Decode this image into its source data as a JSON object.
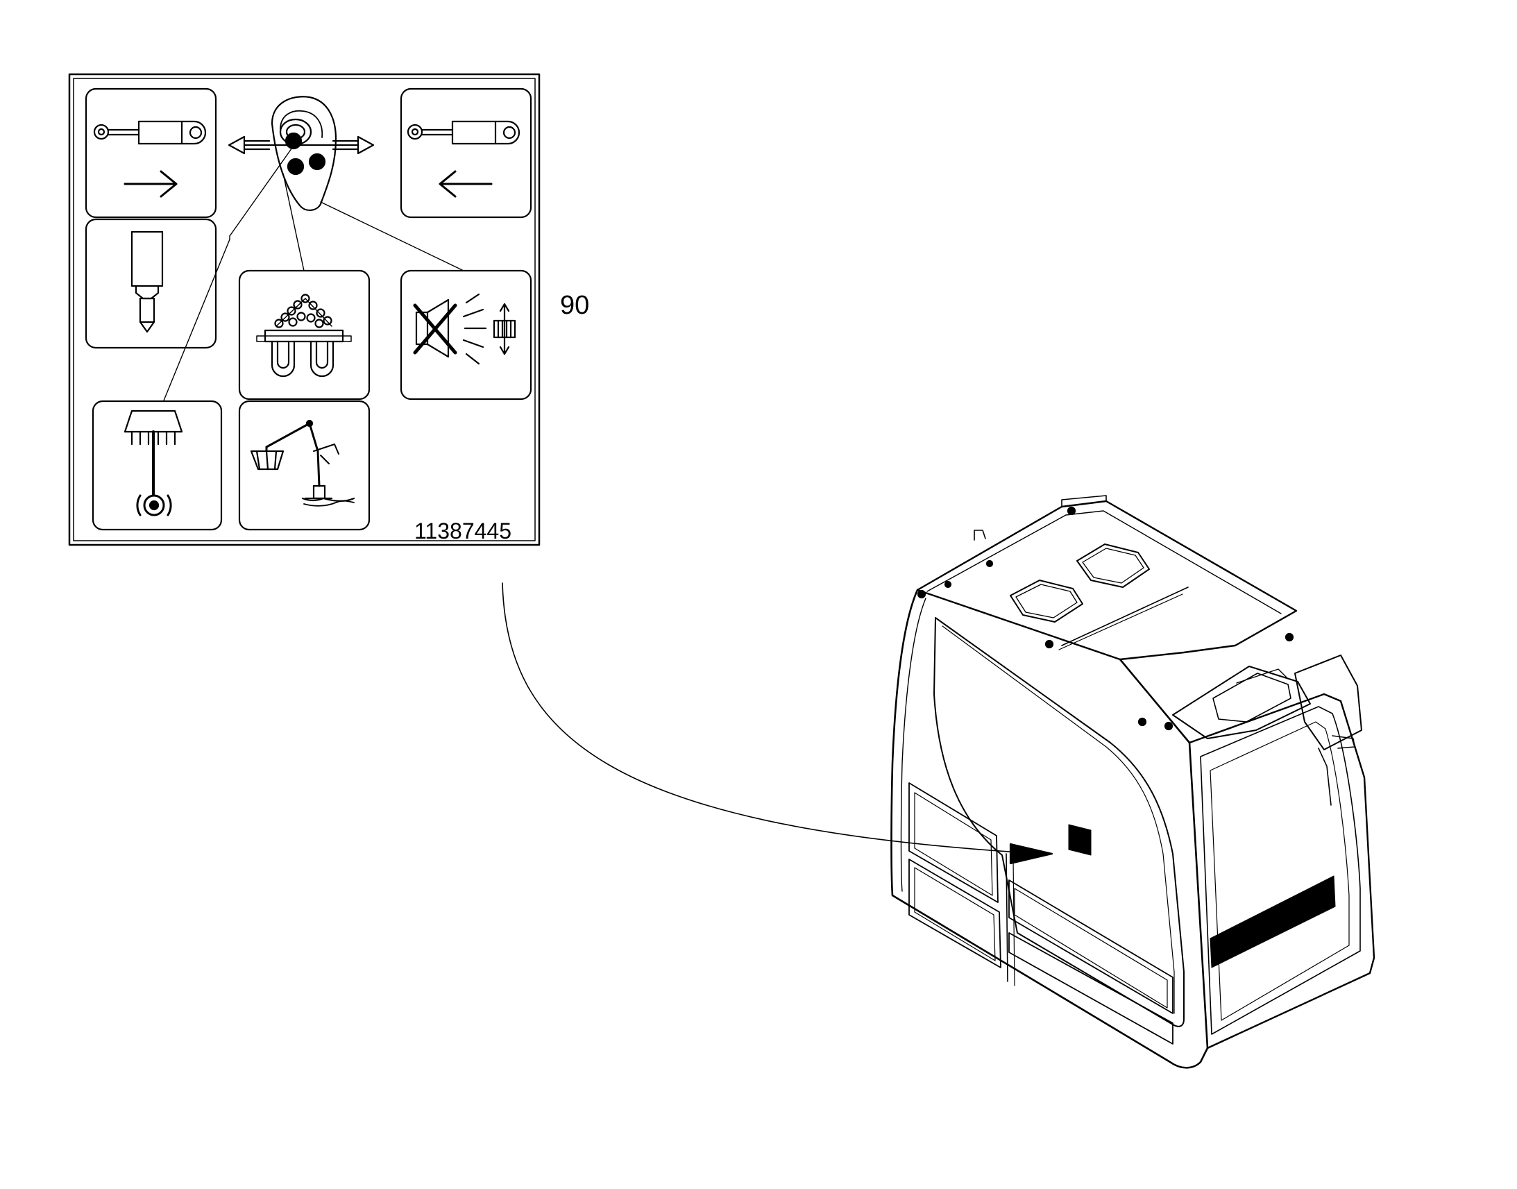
{
  "decal": {
    "part_number": "11387445",
    "icons": [
      "cylinder-extend-icon",
      "joystick-icon",
      "cylinder-retract-icon",
      "hammer-breaker-icon",
      "grapple-icon",
      "travel-alarm-mute-icon",
      "compactor-icon",
      "excavator-bucket-icon"
    ]
  },
  "callout": {
    "label": "90"
  },
  "cab": {
    "name": "operator-cab"
  }
}
